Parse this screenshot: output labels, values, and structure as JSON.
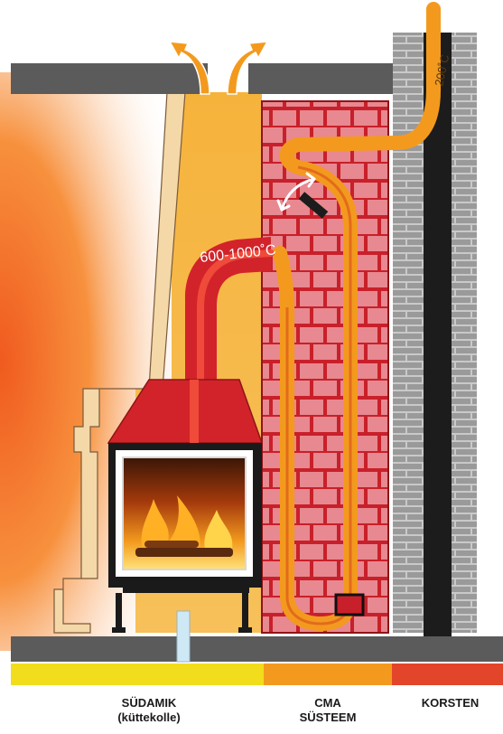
{
  "labels": {
    "hot_temp": "600-1000˚C",
    "cool_temp": "200˚C"
  },
  "captions": {
    "core_line1": "SÜDAMIK",
    "core_line2": "(küttekolle)",
    "cma_line1": "CMA",
    "cma_line2": "SÜSTEEM",
    "chimney": "KORSTEN"
  },
  "colors": {
    "core_bar": "#f2dd1c",
    "cma_bar": "#f39a1e",
    "chimney_bar": "#e3452a",
    "heat_glow": "#f05a1e",
    "stove_red": "#d2232a",
    "flue_orange": "#f29a2e",
    "brick_grey": "#9a9a9a"
  },
  "icons": [
    "warm-air-arrow-icon",
    "damper-direction-arrow-icon",
    "fire-icon"
  ]
}
